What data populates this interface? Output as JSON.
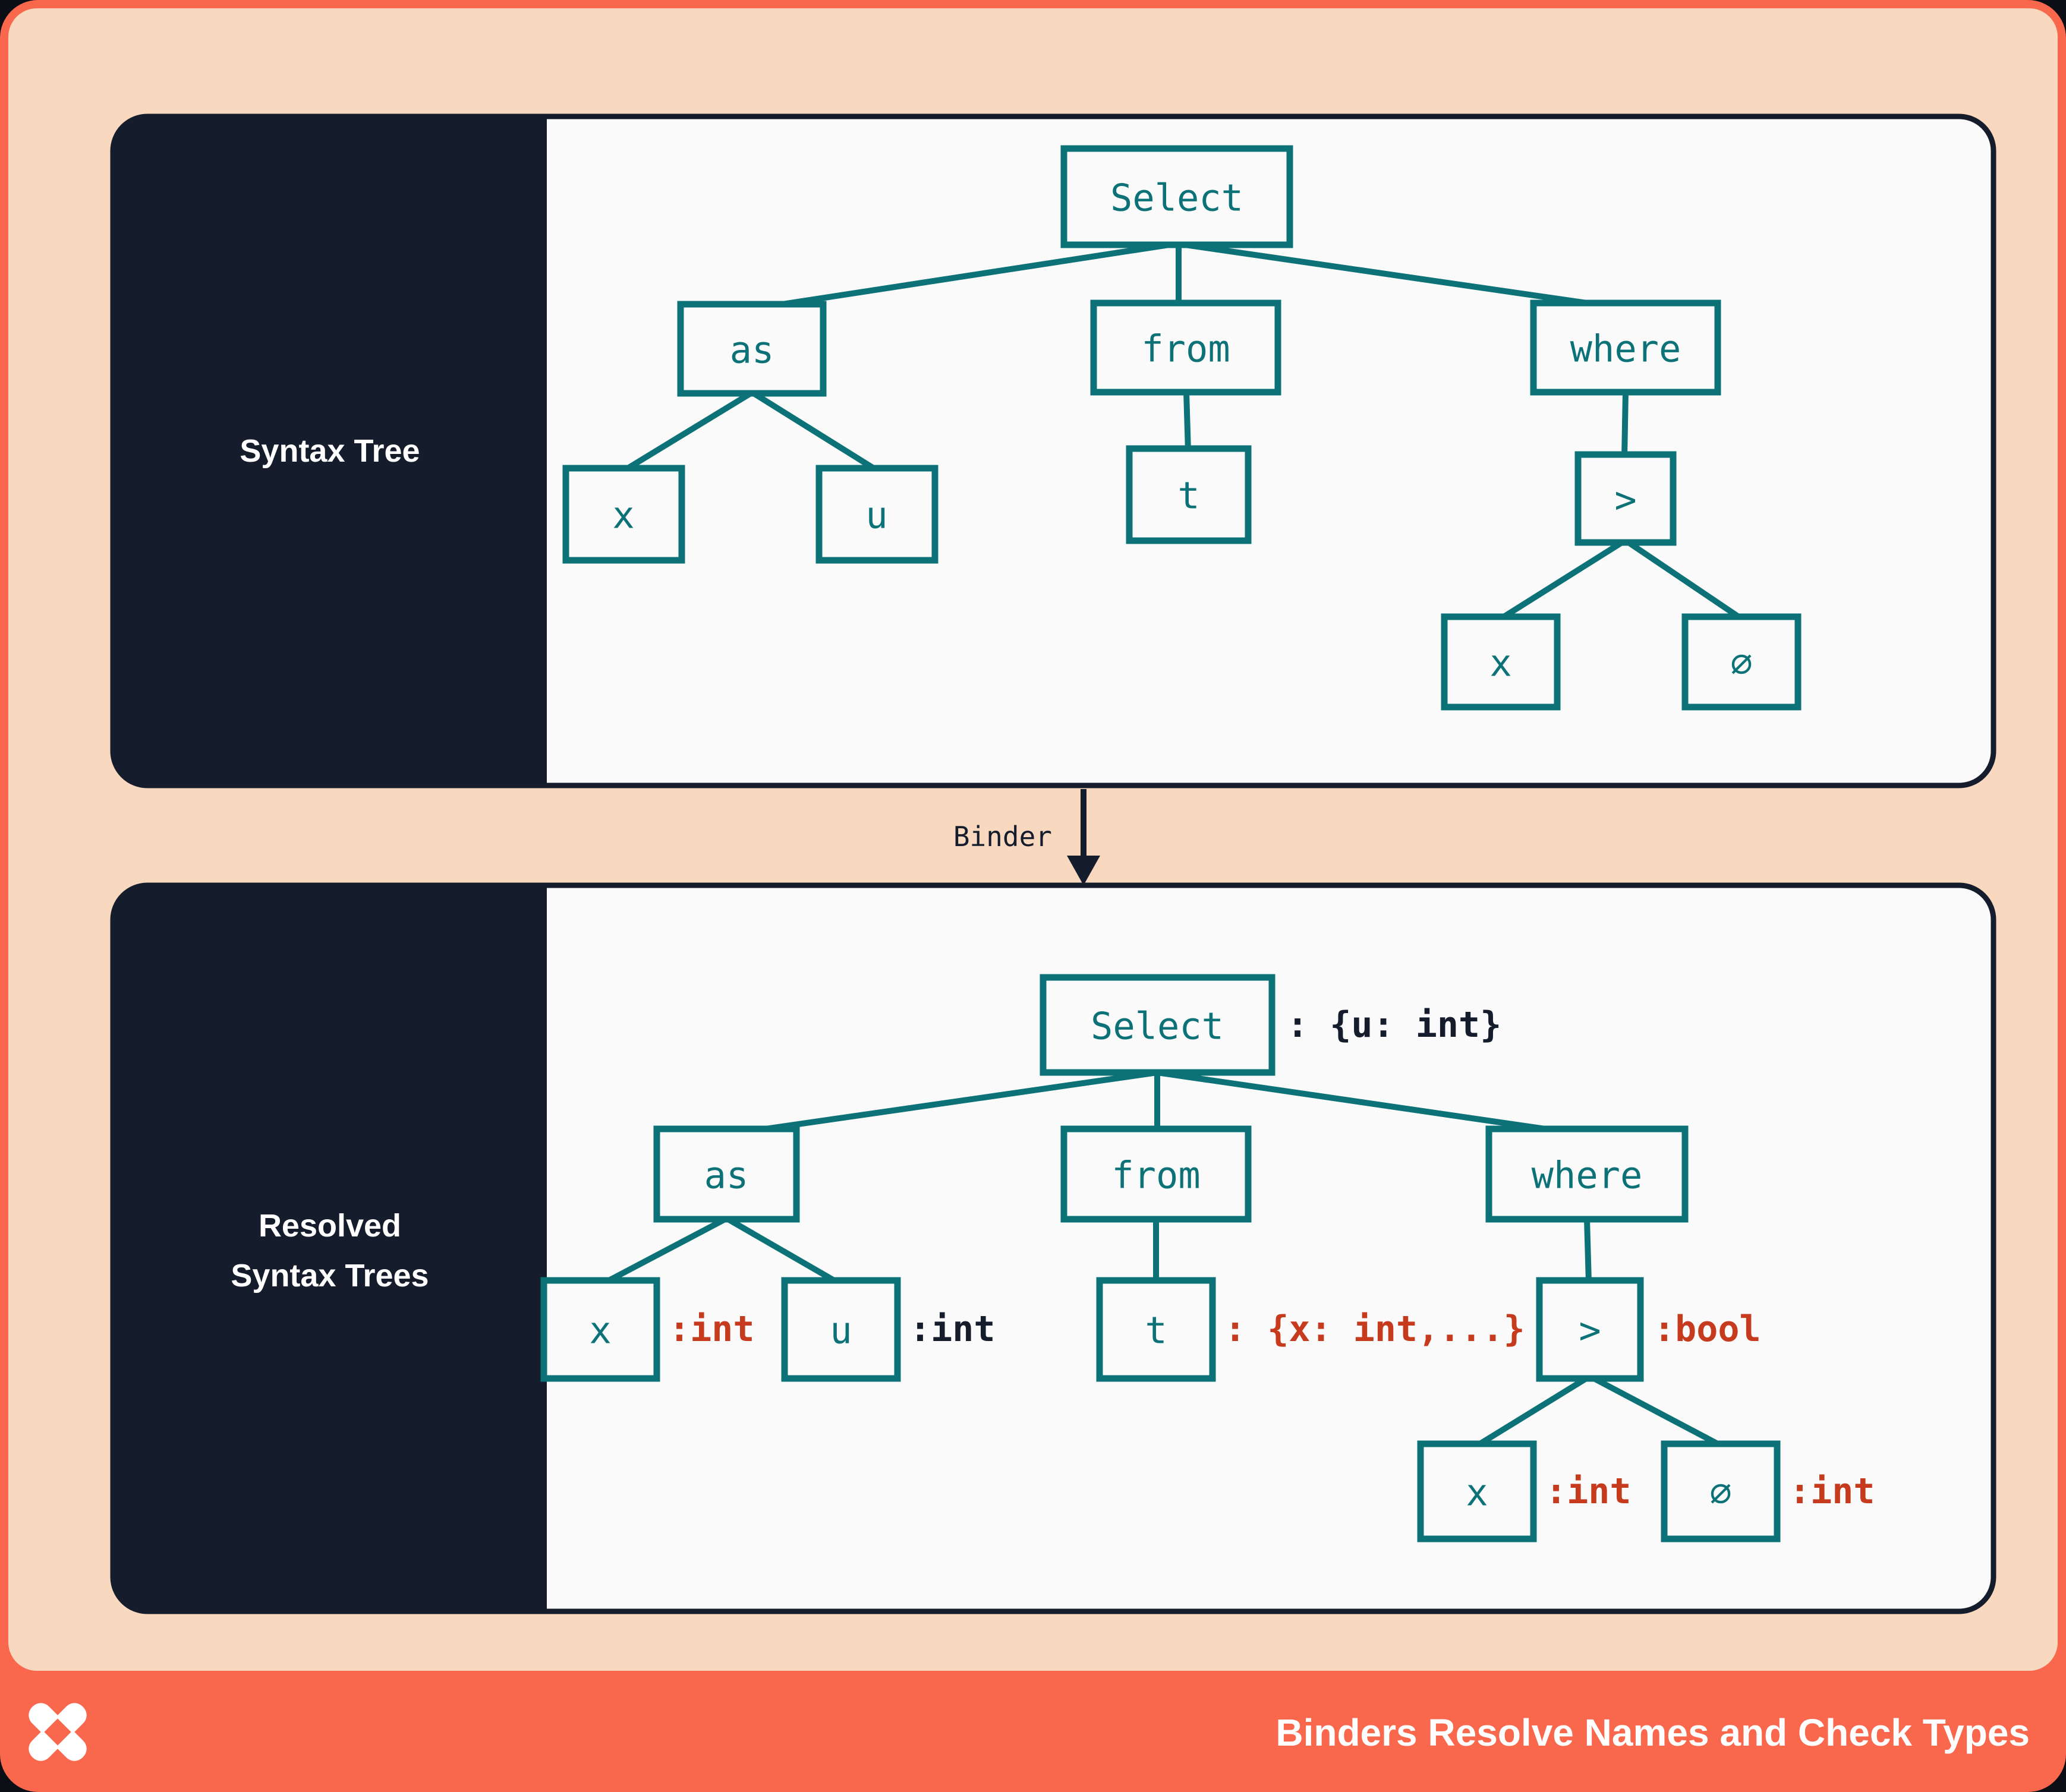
{
  "colors": {
    "background_orange": "#F9684D",
    "panel_peach": "#F8D8BE",
    "navy": "#151C2C",
    "card_white": "#FAFAFA",
    "teal": "#0C7277",
    "red": "#C63A1D",
    "white": "#FFFFFF"
  },
  "top_panel": {
    "sidebar_label": "Syntax Tree",
    "nodes": {
      "select": {
        "label": "Select"
      },
      "as": {
        "label": "as"
      },
      "x": {
        "label": "x"
      },
      "u": {
        "label": "u"
      },
      "from": {
        "label": "from"
      },
      "t": {
        "label": "t"
      },
      "where": {
        "label": "where"
      },
      "gt": {
        "label": ">"
      },
      "x2": {
        "label": "x"
      },
      "zero": {
        "label": "∅"
      }
    }
  },
  "binder": {
    "label": "Binder"
  },
  "bottom_panel": {
    "sidebar_label_lines": [
      "Resolved",
      "Syntax Trees"
    ],
    "nodes": {
      "select": {
        "label": "Select",
        "annotation": ": {u: int}"
      },
      "as": {
        "label": "as"
      },
      "x": {
        "label": "x",
        "annotation": ":int"
      },
      "u": {
        "label": "u",
        "annotation": ":int"
      },
      "from": {
        "label": "from"
      },
      "t": {
        "label": "t",
        "annotation": ": {x: int,...}"
      },
      "where": {
        "label": "where"
      },
      "gt": {
        "label": ">",
        "annotation": ":bool"
      },
      "x2": {
        "label": "x",
        "annotation": ":int"
      },
      "zero": {
        "label": "∅",
        "annotation": ":int"
      }
    }
  },
  "footer": {
    "title": "Binders Resolve Names and Check Types",
    "logo": "pinwheel-x-logo"
  }
}
